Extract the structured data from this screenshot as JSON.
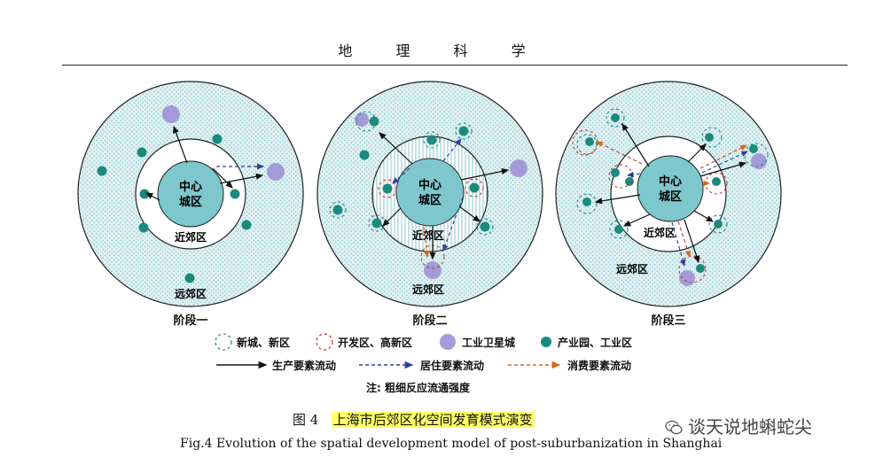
{
  "header": {
    "journal": "地 理 科 学"
  },
  "stages": [
    {
      "label": "阶段一",
      "center": "中心城区",
      "center_line1": "中心",
      "center_line2": "城区",
      "inner_zone": "近郊区",
      "outer_zone": "远郊区"
    },
    {
      "label": "阶段二",
      "center_line1": "中心",
      "center_line2": "城区",
      "inner_zone": "近郊区",
      "outer_zone": "远郊区"
    },
    {
      "label": "阶段三",
      "center_line1": "中心",
      "center_line2": "城区",
      "inner_zone": "近郊区",
      "outer_zone": "远郊区"
    }
  ],
  "legend": {
    "items": [
      {
        "label": "新城、新区",
        "symbol": "dashed-green-circle"
      },
      {
        "label": "开发区、高新区",
        "symbol": "dashed-red-circle"
      },
      {
        "label": "工业卫星城",
        "symbol": "purple-dot"
      },
      {
        "label": "产业园、工业区",
        "symbol": "teal-dot"
      }
    ],
    "flows": [
      {
        "label": "生产要素流动",
        "color": "#111111",
        "style": "solid"
      },
      {
        "label": "居住要素流动",
        "color": "#2b3f9e",
        "style": "dashed"
      },
      {
        "label": "消费要素流动",
        "color": "#d4691e",
        "style": "dashed"
      }
    ],
    "note": "注: 粗细反应流通强度"
  },
  "caption": {
    "cn_prefix": "图 4",
    "cn_title": "上海市后郊区化空间发育模式演变",
    "en": "Fig.4    Evolution of the spatial development model of post-suburbanization in Shanghai"
  },
  "watermark": {
    "text": "谈天说地蝌蛇尖"
  },
  "colors": {
    "teal": "#1a8a7e",
    "purple": "#a39bd9",
    "light_teal": "#d3edf0",
    "accent_yellow": "#ffff66"
  }
}
